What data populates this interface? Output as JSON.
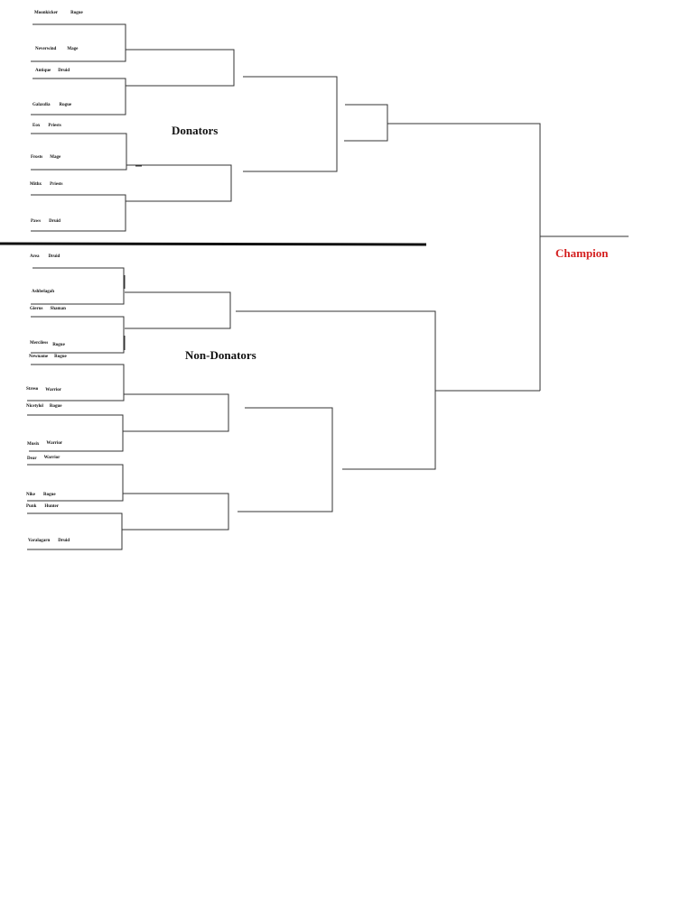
{
  "headings": {
    "donators": "Donators",
    "non_donators": "Non-Donators",
    "champion": "Champion"
  },
  "colors": {
    "champion": "#d42020",
    "line": "#333333"
  },
  "donators": [
    {
      "name": "Moonkicker",
      "class": "Rogue"
    },
    {
      "name": "Neverwind",
      "class": "Mage"
    },
    {
      "name": "Antique",
      "class": "Druid"
    },
    {
      "name": "Galaxdia",
      "class": "Rogue"
    },
    {
      "name": "Eox",
      "class": "Priests"
    },
    {
      "name": "Frosts",
      "class": "Mage"
    },
    {
      "name": "Mithx",
      "class": "Priests"
    },
    {
      "name": "Paws",
      "class": "Druid"
    }
  ],
  "non_donators": [
    {
      "name": "Area",
      "class": "Druid"
    },
    {
      "name": "Ashbelagah",
      "class": ""
    },
    {
      "name": "Gierus",
      "class": "Shaman"
    },
    {
      "name": "Merciless",
      "class": "Rogue"
    },
    {
      "name": "Newname",
      "class": "Rogue"
    },
    {
      "name": "Streso",
      "class": "Warrior"
    },
    {
      "name": "Nicetylol",
      "class": "Rogue"
    },
    {
      "name": "Musix",
      "class": "Warrior"
    },
    {
      "name": "Dear",
      "class": "Warrior"
    },
    {
      "name": "Nike",
      "class": "Rogue"
    },
    {
      "name": "Punk",
      "class": "Hunter"
    },
    {
      "name": "Varalagarn",
      "class": "Druid"
    }
  ]
}
